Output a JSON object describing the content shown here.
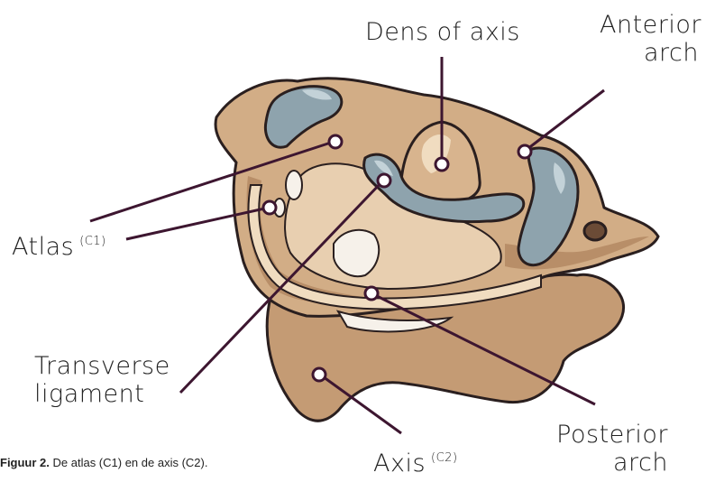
{
  "labels": {
    "dens": "Dens of axis",
    "anterior_line1": "Anterior",
    "anterior_line2": "arch",
    "atlas": "Atlas",
    "atlas_sup": "(C1)",
    "transverse_line1": "Transverse",
    "transverse_line2": "ligament",
    "posterior_line1": "Posterior",
    "posterior_line2": "arch",
    "axis": "Axis",
    "axis_sup": "(C2)"
  },
  "caption": {
    "prefix": "Figuur 2.",
    "text": " De atlas (C1) en de axis (C2)."
  },
  "colors": {
    "bone_dark": "#b88e68",
    "bone_mid": "#d2ad86",
    "bone_light": "#e8cfb0",
    "bone_highlight": "#f6ebdc",
    "cartilage": "#8ea3ad",
    "cartilage_light": "#c3d2d8",
    "outline": "#2a1f1f",
    "leader": "#3d1630"
  }
}
